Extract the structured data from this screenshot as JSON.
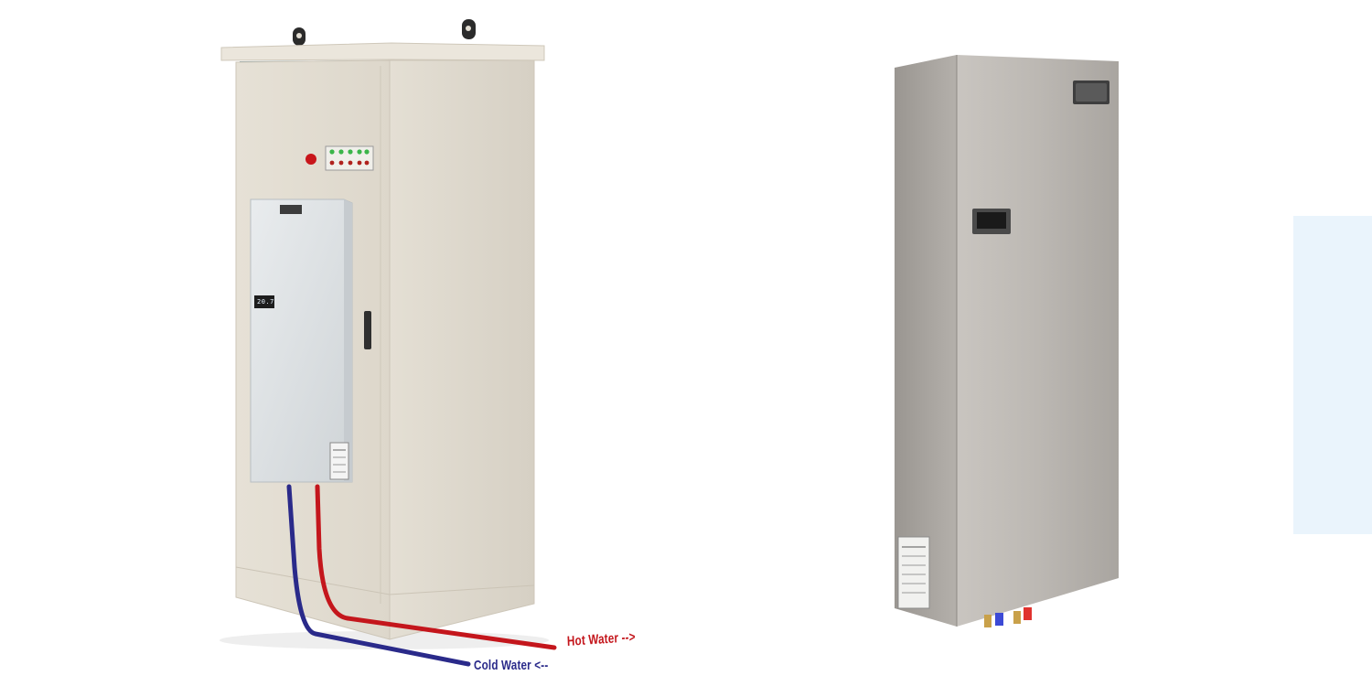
{
  "labels": {
    "hot_water": "Hot Water -->",
    "cold_water": "Cold Water <--",
    "display_reading": "20.7"
  },
  "colors": {
    "background": "#ffffff",
    "cabinet": "#e3ded3",
    "cooler": "#dfe3e6",
    "boiler": "#bcb8b3",
    "hot_pipe": "#c4161c",
    "cold_pipe": "#2a2a8a",
    "side_panel": "#eaf4fc"
  },
  "icons": {
    "estop": "red-mushroom-button",
    "indicators": "green-indicator-lights",
    "handle": "door-handle",
    "logo": "brand-logo-badge"
  }
}
